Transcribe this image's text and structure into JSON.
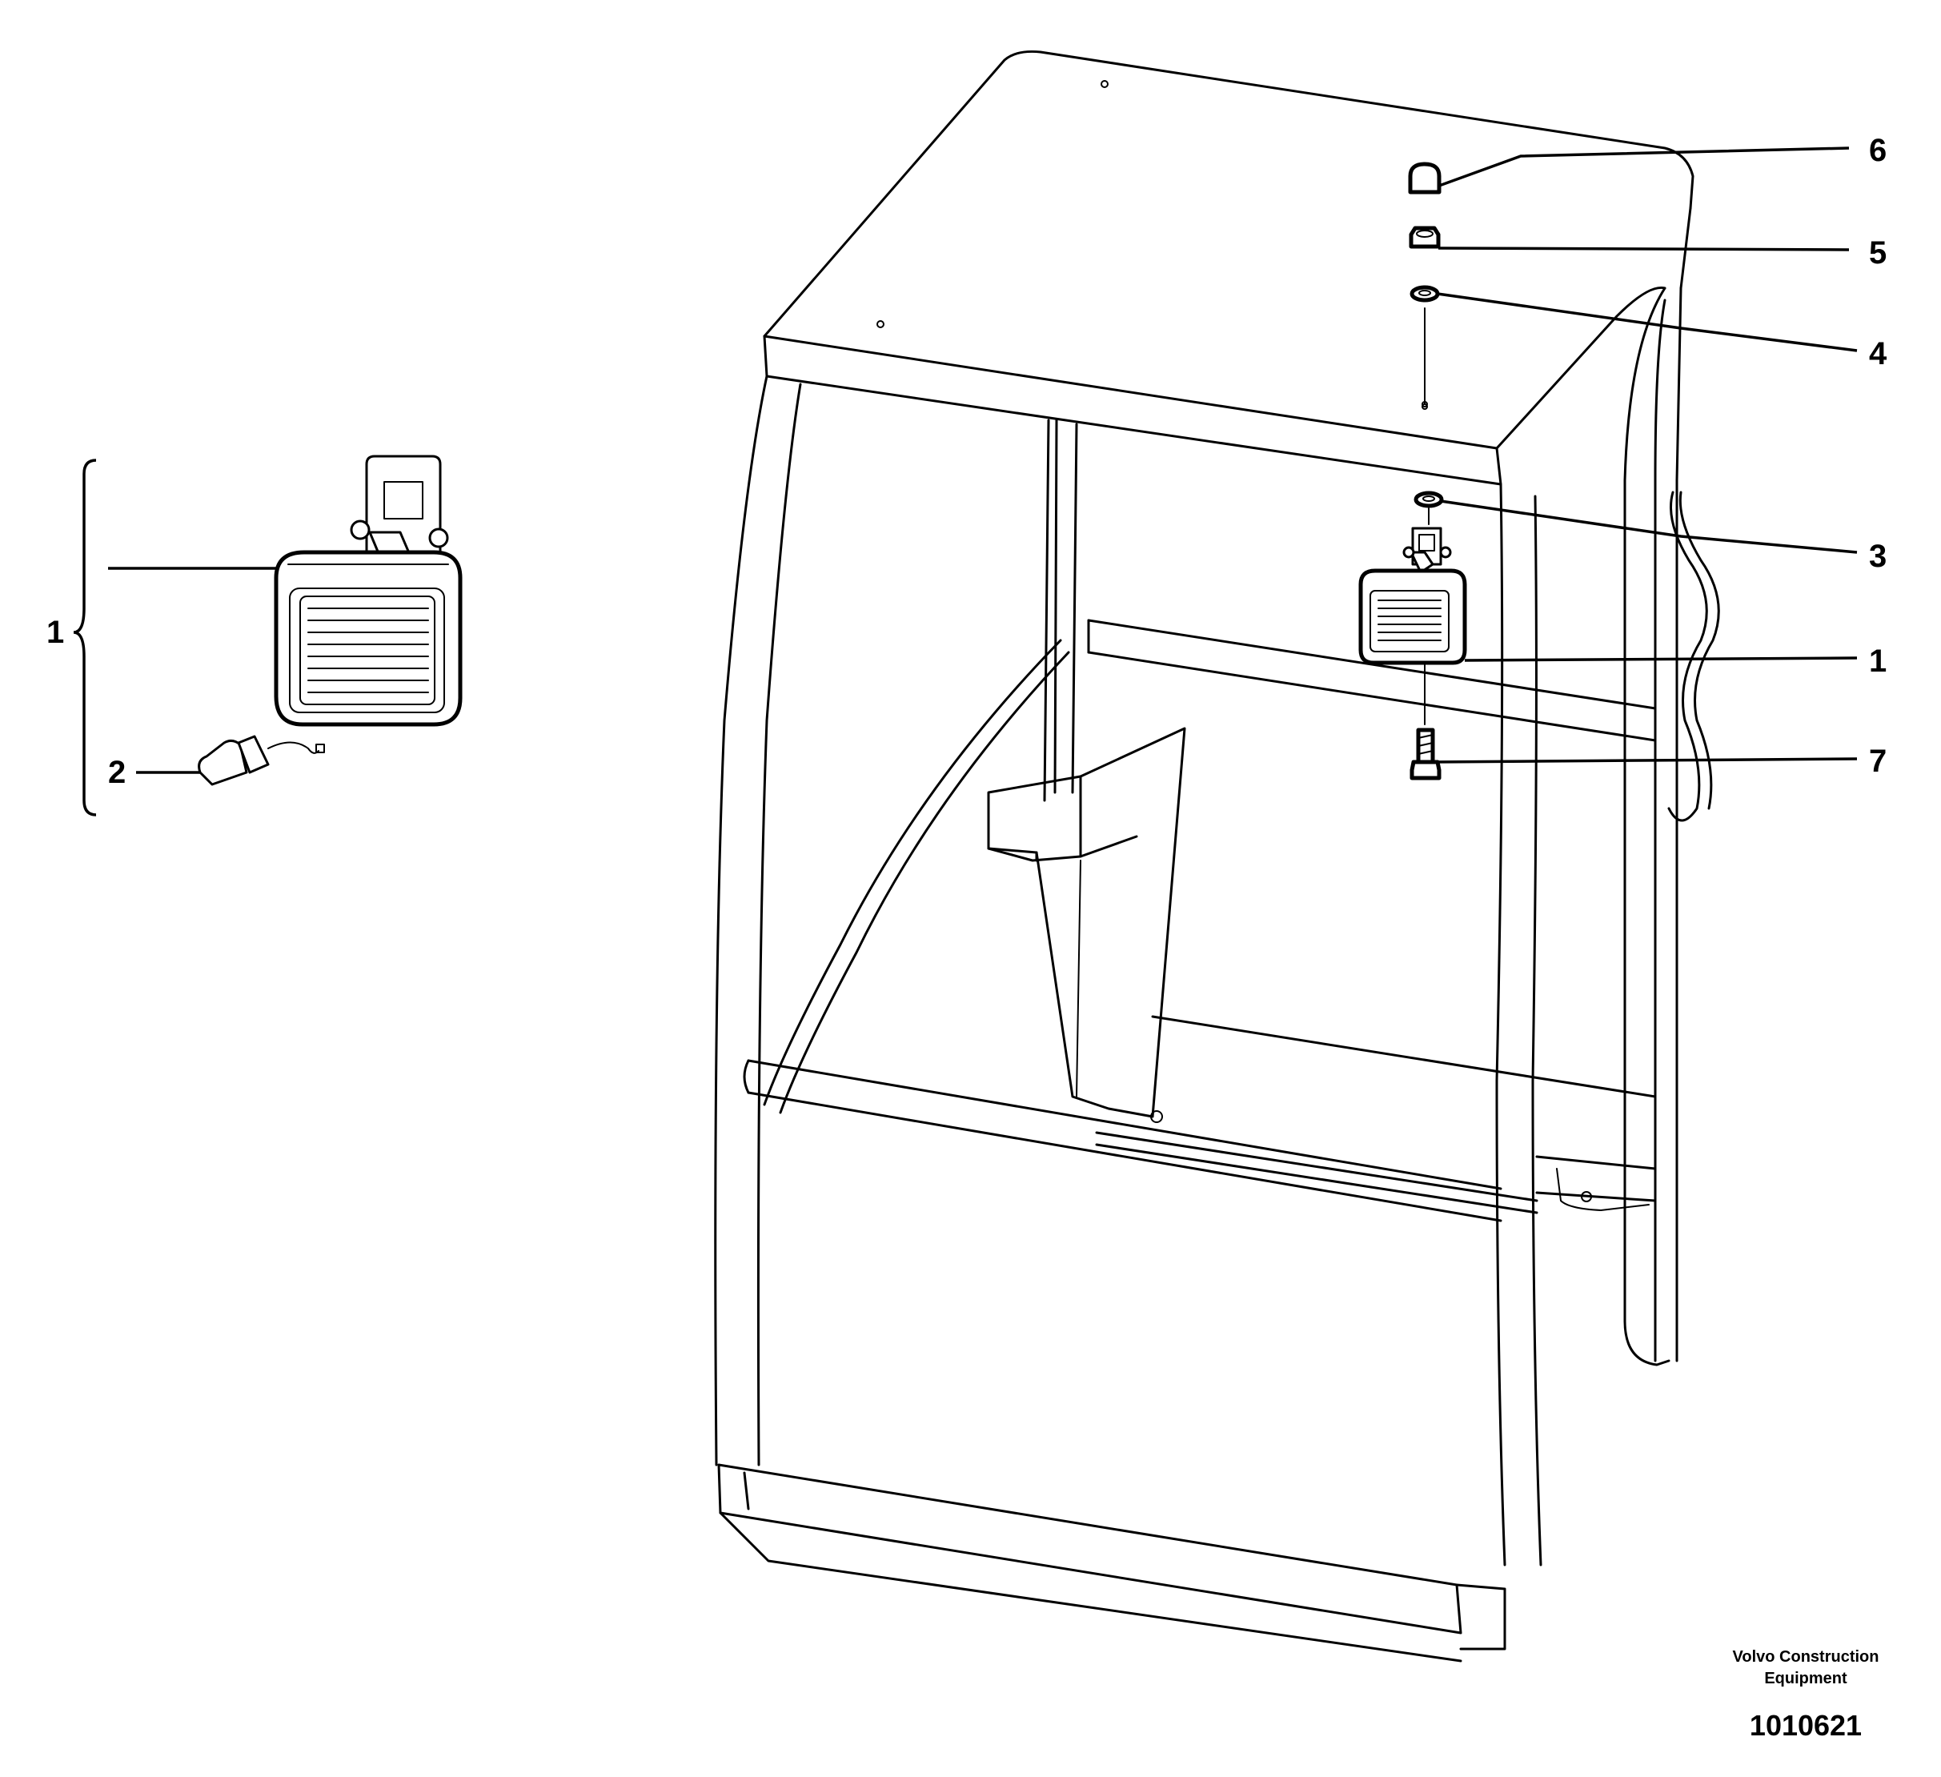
{
  "callouts": [
    {
      "id": "c6",
      "label": "6"
    },
    {
      "id": "c5",
      "label": "5"
    },
    {
      "id": "c4",
      "label": "4"
    },
    {
      "id": "c3",
      "label": "3"
    },
    {
      "id": "c1r",
      "label": "1"
    },
    {
      "id": "c7",
      "label": "7"
    },
    {
      "id": "c1l",
      "label": "1"
    },
    {
      "id": "c2",
      "label": "2"
    }
  ],
  "footer": {
    "brand_line1": "Volvo Construction",
    "brand_line2": "Equipment",
    "doc_number": "1010621"
  }
}
